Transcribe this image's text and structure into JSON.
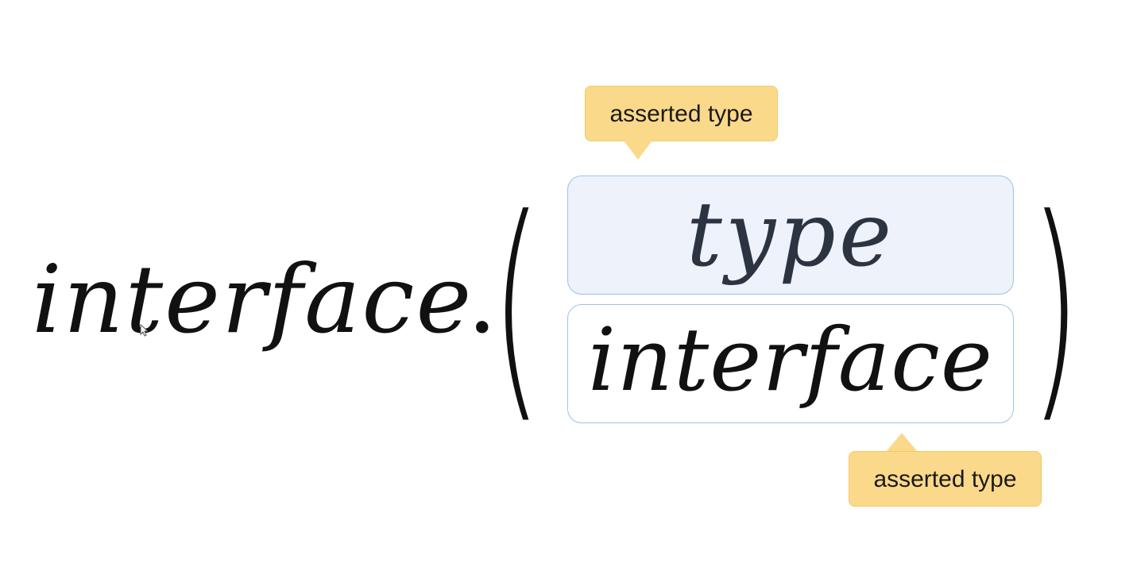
{
  "expression": {
    "left_operand": "interface",
    "dot": ".",
    "open_paren": "(",
    "close_paren": ")",
    "options": {
      "type": "type",
      "interface": "interface"
    }
  },
  "callouts": {
    "top": "asserted type",
    "bottom": "asserted type"
  },
  "colors": {
    "callout_fill": "#fbd98a",
    "box_border": "#9dc3e6",
    "type_box_fill": "#edf2fb",
    "text": "#111111"
  }
}
